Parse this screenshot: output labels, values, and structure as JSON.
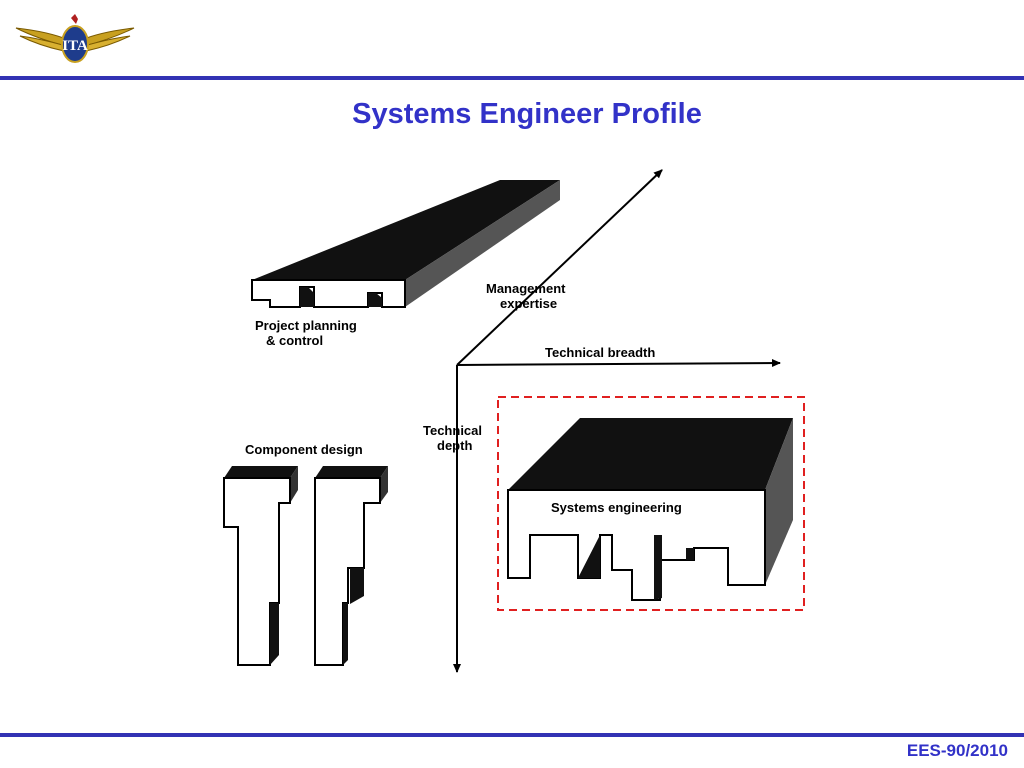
{
  "slide": {
    "title": "Systems Engineer Profile",
    "footer": "EES-90/2010",
    "logo_text": "ITA"
  },
  "diagram": {
    "labels": {
      "project_planning_line1": "Project planning",
      "project_planning_line2": "& control",
      "management_line1": "Management",
      "management_line2": "expertise",
      "technical_breadth": "Technical breadth",
      "technical_depth_line1": "Technical",
      "technical_depth_line2": "depth",
      "component_design": "Component design",
      "systems_engineering": "Systems engineering"
    }
  },
  "colors": {
    "accent": "#3232c8",
    "rule": "#3232b4",
    "highlight_box": "#e02020"
  }
}
